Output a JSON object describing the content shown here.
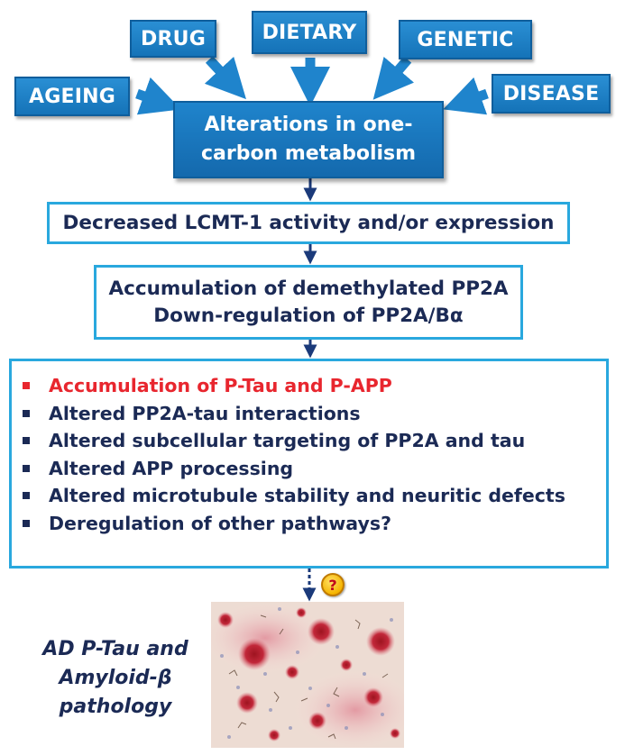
{
  "factors": {
    "drug": "DRUG",
    "dietary": "DIETARY",
    "genetic": "GENETIC",
    "ageing": "AGEING",
    "disease": "DISEASE"
  },
  "central": {
    "line1": "Alterations in one-",
    "line2": "carbon metabolism"
  },
  "lcmt": "Decreased LCMT-1 activity and/or expression",
  "pp2a": {
    "line1": "Accumulation of demethylated PP2A",
    "line2": "Down-regulation of PP2A/Bα"
  },
  "effects": [
    "Accumulation of P-Tau and P-APP",
    "Altered PP2A-tau interactions",
    "Altered subcellular targeting of PP2A and tau",
    "Altered APP processing",
    "Altered microtubule stability and neuritic defects",
    "Deregulation of other pathways?"
  ],
  "question_mark": "?",
  "pathology": {
    "line1": "AD P-Tau and",
    "line2": "Amyloid-β",
    "line3": "pathology"
  },
  "colors": {
    "factor_fill": "#1f84cc",
    "outline": "#29a8de",
    "text_dark": "#1b2a55",
    "highlight_red": "#e8262e",
    "arrow": "#1b3a7a"
  }
}
